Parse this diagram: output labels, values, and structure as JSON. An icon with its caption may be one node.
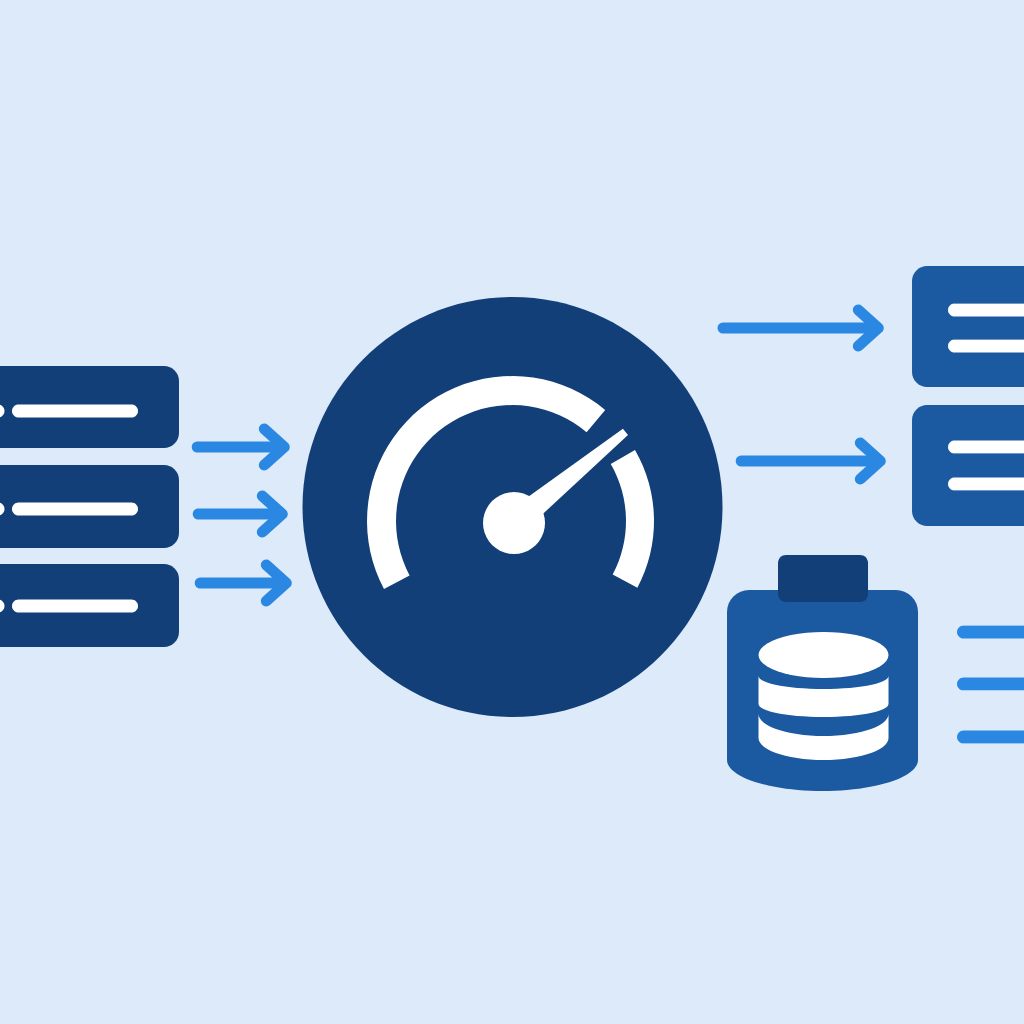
{
  "diagram": {
    "nodes": [
      {
        "text": [],
        "shape": "box"
      },
      {
        "text": [],
        "shape": "box"
      },
      {
        "text": [],
        "shape": "box"
      },
      {
        "text": [],
        "shape": "circle"
      },
      {
        "text": [],
        "shape": "box"
      },
      {
        "text": [],
        "shape": "box"
      },
      {
        "text": [],
        "shape": "cylinder"
      }
    ],
    "edges": [
      {
        "from": 0,
        "to": 3,
        "arrow": "to"
      },
      {
        "from": 1,
        "to": 3,
        "arrow": "to"
      },
      {
        "from": 2,
        "to": 3,
        "arrow": "to"
      },
      {
        "from": null,
        "to": 4,
        "arrow": "to"
      },
      {
        "from": 3,
        "to": 5,
        "arrow": "to"
      }
    ]
  }
}
